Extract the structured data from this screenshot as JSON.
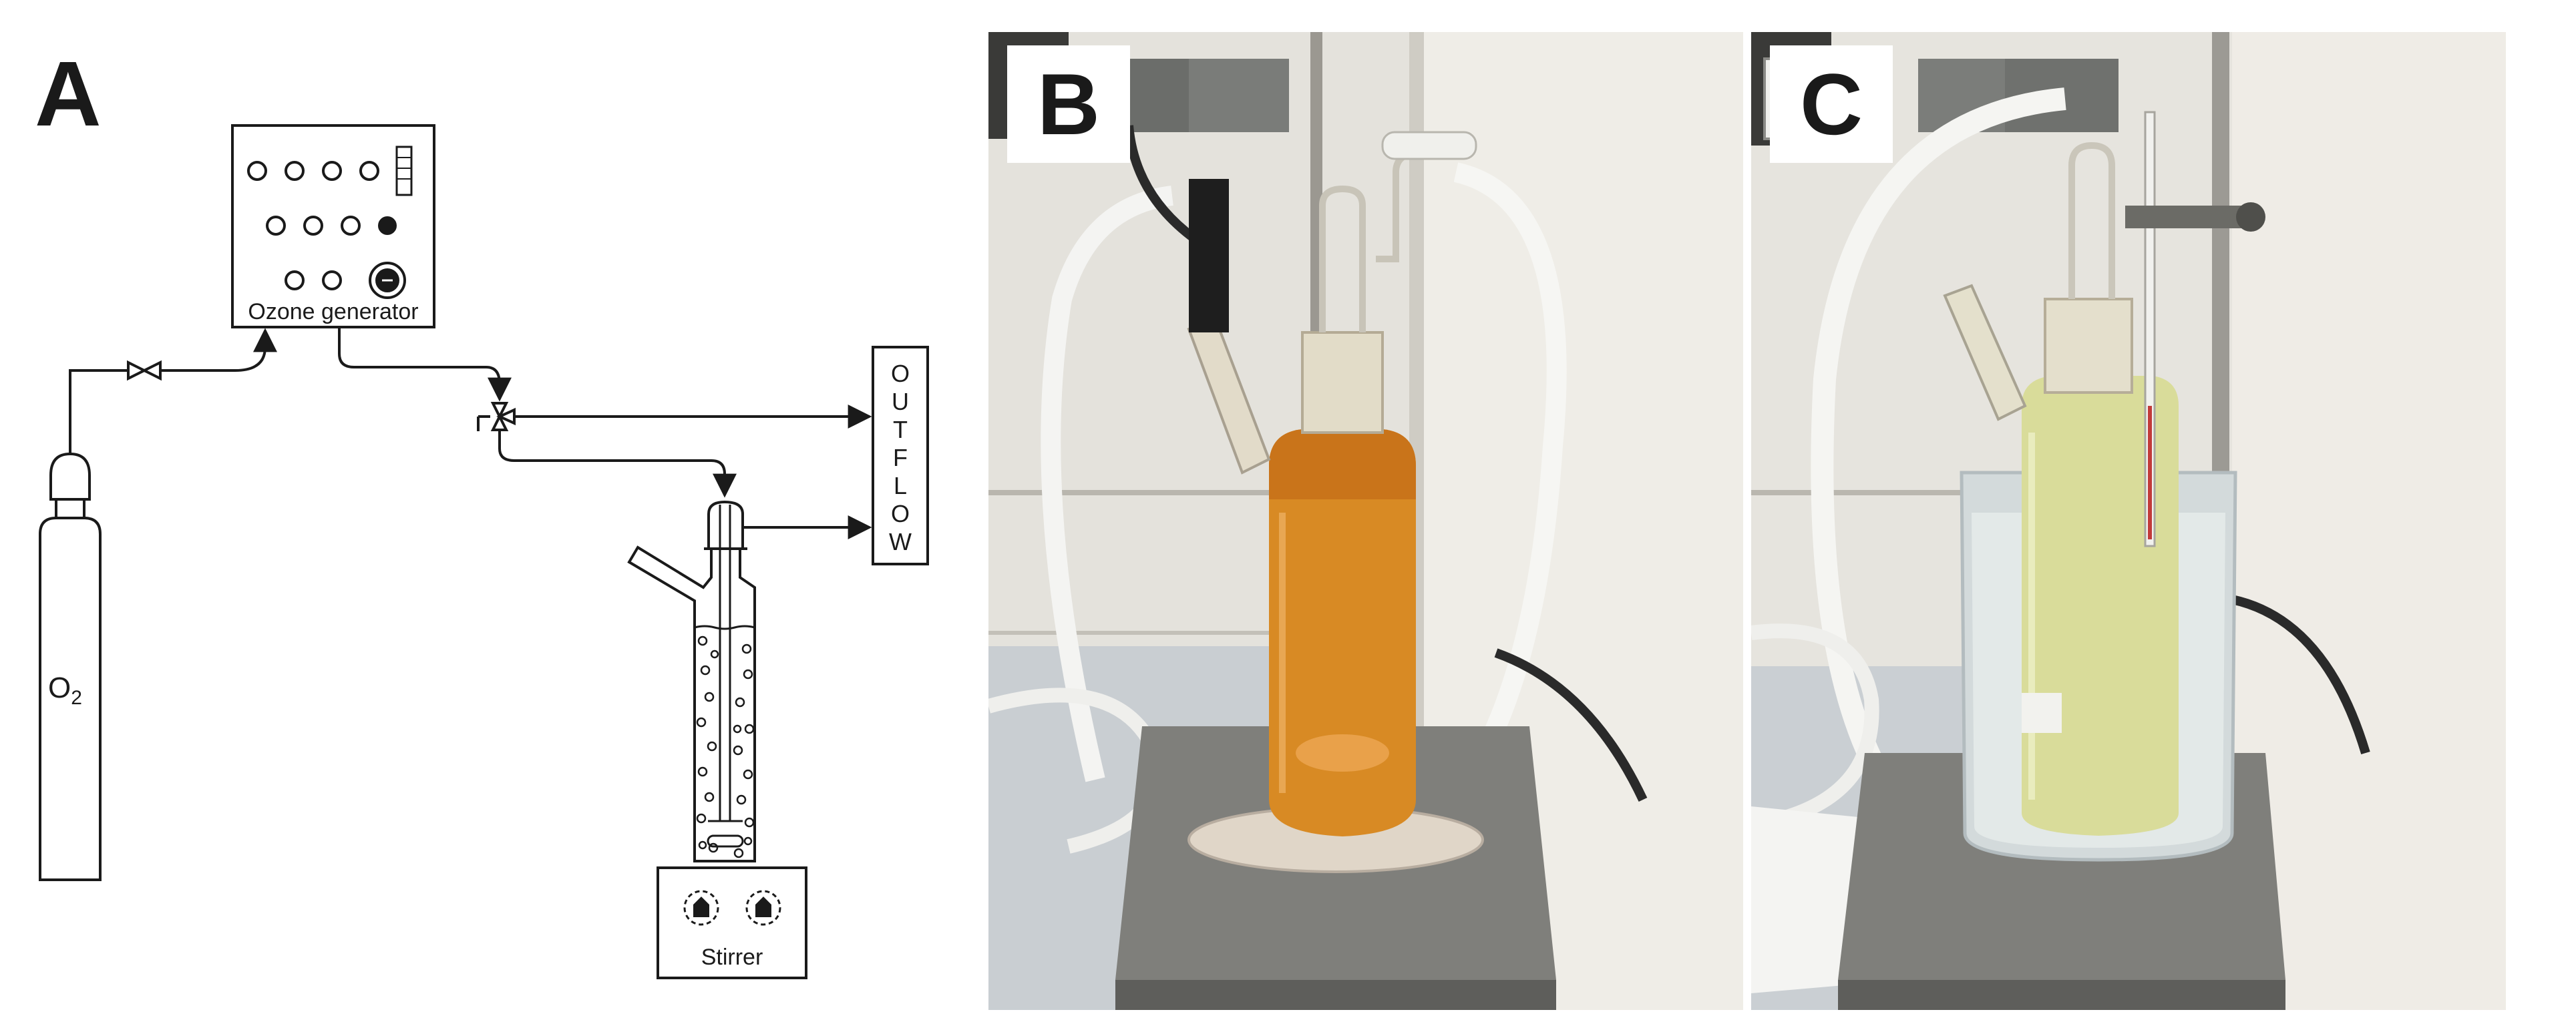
{
  "panels": {
    "a": {
      "letter": "A",
      "ozone_generator_label": "Ozone generator",
      "o2_label_main": "O",
      "o2_label_sub": "2",
      "outflow_letters": [
        "O",
        "U",
        "T",
        "F",
        "L",
        "O",
        "W"
      ],
      "stirrer_label": "Stirrer"
    },
    "b": {
      "letter": "B"
    },
    "c": {
      "letter": "C"
    }
  },
  "colors": {
    "line": "#1a1a1a",
    "solution_b": "#d8801c",
    "solution_c": "#d9dc9a",
    "wall": "#e9e6df",
    "hotplate": "#7a7a76"
  }
}
